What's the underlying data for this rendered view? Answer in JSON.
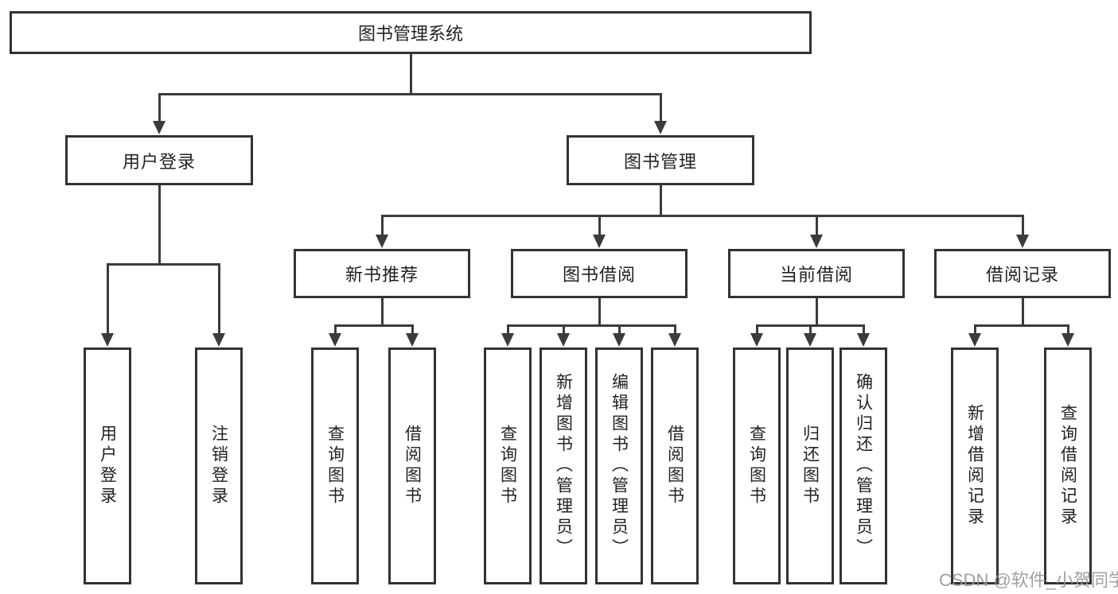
{
  "diagram": {
    "root": {
      "label": "图书管理系统"
    },
    "level2": [
      {
        "label": "用户登录"
      },
      {
        "label": "图书管理"
      }
    ],
    "level3": [
      {
        "label": "新书推荐"
      },
      {
        "label": "图书借阅"
      },
      {
        "label": "当前借阅"
      },
      {
        "label": "借阅记录"
      }
    ],
    "leaves": {
      "user_login": [
        "用户登录",
        "注销登录"
      ],
      "new_book": [
        "查询图书",
        "借阅图书"
      ],
      "book_borrow": [
        "查询图书",
        "新增图书（管理员）",
        "编辑图书（管理员）",
        "借阅图书"
      ],
      "current_borrow": [
        "查询图书",
        "归还图书",
        "确认归还（管理员）"
      ],
      "borrow_record": [
        "新增借阅记录",
        "查询借阅记录"
      ]
    }
  },
  "watermark": {
    "label": "CSDN @软件_小贺同学"
  },
  "colors": {
    "line": "#3b3b3b",
    "box_border": "#333333",
    "text": "#222222",
    "watermark_text": "#969696",
    "background": "#ffffff"
  }
}
